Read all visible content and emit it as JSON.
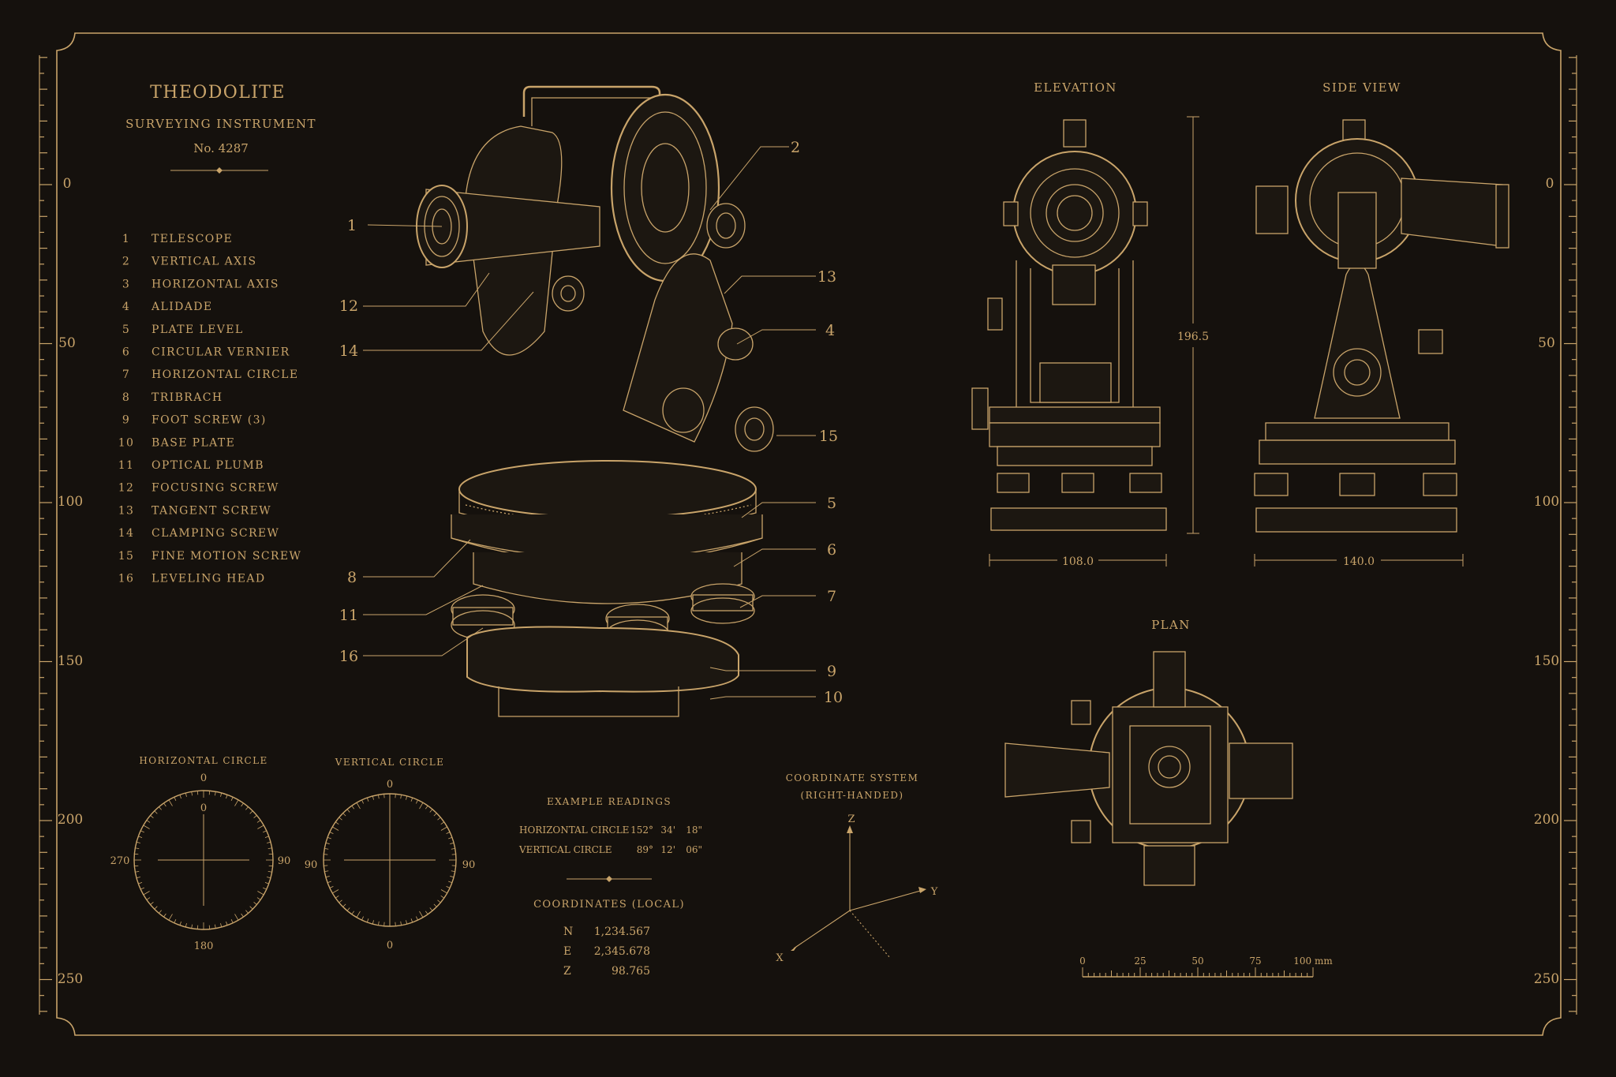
{
  "title": {
    "name": "THEODOLITE",
    "subtitle": "SURVEYING INSTRUMENT",
    "number": "No. 4287"
  },
  "legend": [
    {
      "num": "1",
      "label": "TELESCOPE"
    },
    {
      "num": "2",
      "label": "VERTICAL AXIS"
    },
    {
      "num": "3",
      "label": "HORIZONTAL AXIS"
    },
    {
      "num": "4",
      "label": "ALIDADE"
    },
    {
      "num": "5",
      "label": "PLATE LEVEL"
    },
    {
      "num": "6",
      "label": "CIRCULAR VERNIER"
    },
    {
      "num": "7",
      "label": "HORIZONTAL CIRCLE"
    },
    {
      "num": "8",
      "label": "TRIBRACH"
    },
    {
      "num": "9",
      "label": "FOOT SCREW (3)"
    },
    {
      "num": "10",
      "label": "BASE PLATE"
    },
    {
      "num": "11",
      "label": "OPTICAL PLUMB"
    },
    {
      "num": "12",
      "label": "FOCUSING SCREW"
    },
    {
      "num": "13",
      "label": "TANGENT SCREW"
    },
    {
      "num": "14",
      "label": "CLAMPING SCREW"
    },
    {
      "num": "15",
      "label": "FINE MOTION SCREW"
    },
    {
      "num": "16",
      "label": "LEVELING HEAD"
    }
  ],
  "ruler": {
    "labels": [
      "0",
      "50",
      "100",
      "150",
      "200",
      "250"
    ]
  },
  "callouts": {
    "c1": "1",
    "c2": "2",
    "c4": "4",
    "c5": "5",
    "c6": "6",
    "c7": "7",
    "c8": "8",
    "c9": "9",
    "c10": "10",
    "c11": "11",
    "c12": "12",
    "c13": "13",
    "c14": "14",
    "c15": "15",
    "c16": "16"
  },
  "views": {
    "elevation": "ELEVATION",
    "side": "SIDE VIEW",
    "plan": "PLAN",
    "height_dim": "196.5",
    "elevation_width_dim": "108.0",
    "side_width_dim": "140.0"
  },
  "dials": {
    "horizontal": {
      "title": "HORIZONTAL CIRCLE",
      "top": "0",
      "inner": "0",
      "left": "270",
      "right": "90",
      "bottom": "180"
    },
    "vertical": {
      "title": "VERTICAL CIRCLE",
      "top": "0",
      "left": "90",
      "right": "90",
      "bottom": "0"
    }
  },
  "readings": {
    "title": "EXAMPLE READINGS",
    "rows": [
      {
        "label": "HORIZONTAL CIRCLE",
        "deg": "152°",
        "min": "34'",
        "sec": "18\""
      },
      {
        "label": "VERTICAL CIRCLE",
        "deg": "89°",
        "min": "12'",
        "sec": "06\""
      }
    ]
  },
  "coordinates": {
    "title": "COORDINATES (LOCAL)",
    "rows": [
      {
        "axis": "N",
        "value": "1,234.567"
      },
      {
        "axis": "E",
        "value": "2,345.678"
      },
      {
        "axis": "Z",
        "value": "98.765"
      }
    ]
  },
  "coord_system": {
    "title": "COORDINATE SYSTEM",
    "subtitle": "(RIGHT-HANDED)",
    "z": "Z",
    "y": "Y",
    "x": "X"
  },
  "scale_bar": {
    "labels": [
      "0",
      "25",
      "50",
      "75",
      "100 mm"
    ]
  },
  "colors": {
    "background": "#15110d",
    "ink": "#c9a46a"
  }
}
